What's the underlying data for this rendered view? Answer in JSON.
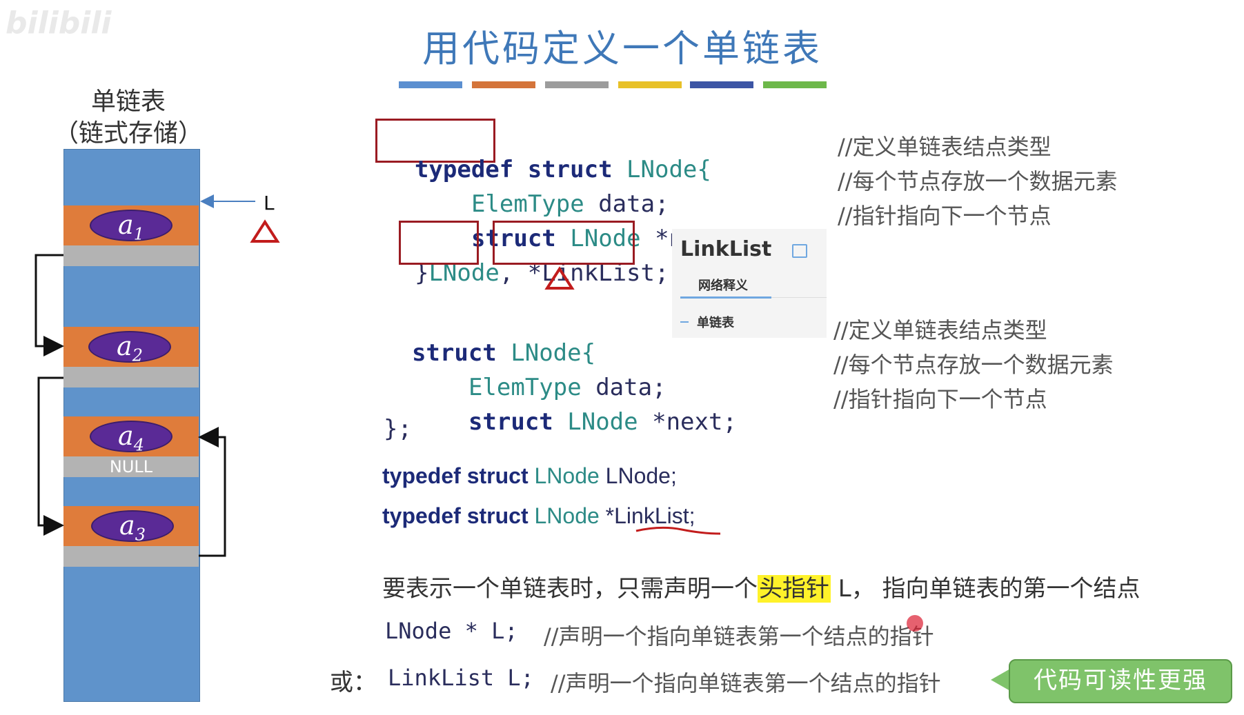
{
  "watermark": "bilibili",
  "title": "用代码定义一个单链表",
  "title_bar_colors": [
    "#5b8fd0",
    "#d4743a",
    "#9c9c9c",
    "#e8c128",
    "#3c55a5",
    "#6db84a"
  ],
  "diagram": {
    "label_line1": "单链表",
    "label_line2": "（链式存储）",
    "pointer_label": "L",
    "nodes": [
      {
        "name": "a",
        "sub": "1"
      },
      {
        "name": "a",
        "sub": "2"
      },
      {
        "name": "a",
        "sub": "4"
      },
      {
        "name": "a",
        "sub": "3"
      }
    ],
    "null_label": "NULL",
    "colors": {
      "memory": "#5f93cb",
      "node": "#df7c3b",
      "pointer_field": "#b3b3b3",
      "oval": "#5a2a96"
    }
  },
  "code1": {
    "l1_kw": "typedef",
    "l1_kw2": "struct",
    "l1_type": "LNode{",
    "l2_type": "ElemType",
    "l2_rest": " data;",
    "l3_kw": "struct",
    "l3_type": "LNode",
    "l3_rest": " *next;",
    "l4_open": "}",
    "l4_name1": "LNode",
    "l4_comma": ",",
    "l4_name2": "*LinkList",
    "l4_end": ";",
    "c1": "//定义单链表结点类型",
    "c2": "//每个节点存放一个数据元素",
    "c3": "//指针指向下一个节点"
  },
  "popup": {
    "word": "LinkList",
    "tab": "网络释义",
    "item": "单链表"
  },
  "code2": {
    "l1_kw": "struct",
    "l1_type": "LNode{",
    "l2_type": "ElemType",
    "l2_rest": " data;",
    "l3_kw": "struct",
    "l3_type": "LNode",
    "l3_rest": " *next;",
    "l4": "};",
    "c1": "//定义单链表结点类型",
    "c2": "//每个节点存放一个数据元素",
    "c3": "//指针指向下一个节点"
  },
  "typedefs": {
    "t1_kw": "typedef struct",
    "t1_type": "LNode",
    "t1_rest": " LNode;",
    "t2_kw": "typedef struct",
    "t2_type": "LNode",
    "t2_star": " *",
    "t2_name": "LinkList",
    "t2_end": ";"
  },
  "explanation": {
    "before": "要表示一个单链表时，只需声明一个",
    "highlight": "头指针",
    "after": " L， 指向单链表的第一个结点"
  },
  "decl1": {
    "code": "LNode * L;",
    "comment": "//声明一个指向单链表第一个结点的指针"
  },
  "decl2": {
    "prefix": "或：",
    "code": "LinkList L;",
    "comment": "//声明一个指向单链表第一个结点的指针"
  },
  "badge": "代码可读性更强"
}
